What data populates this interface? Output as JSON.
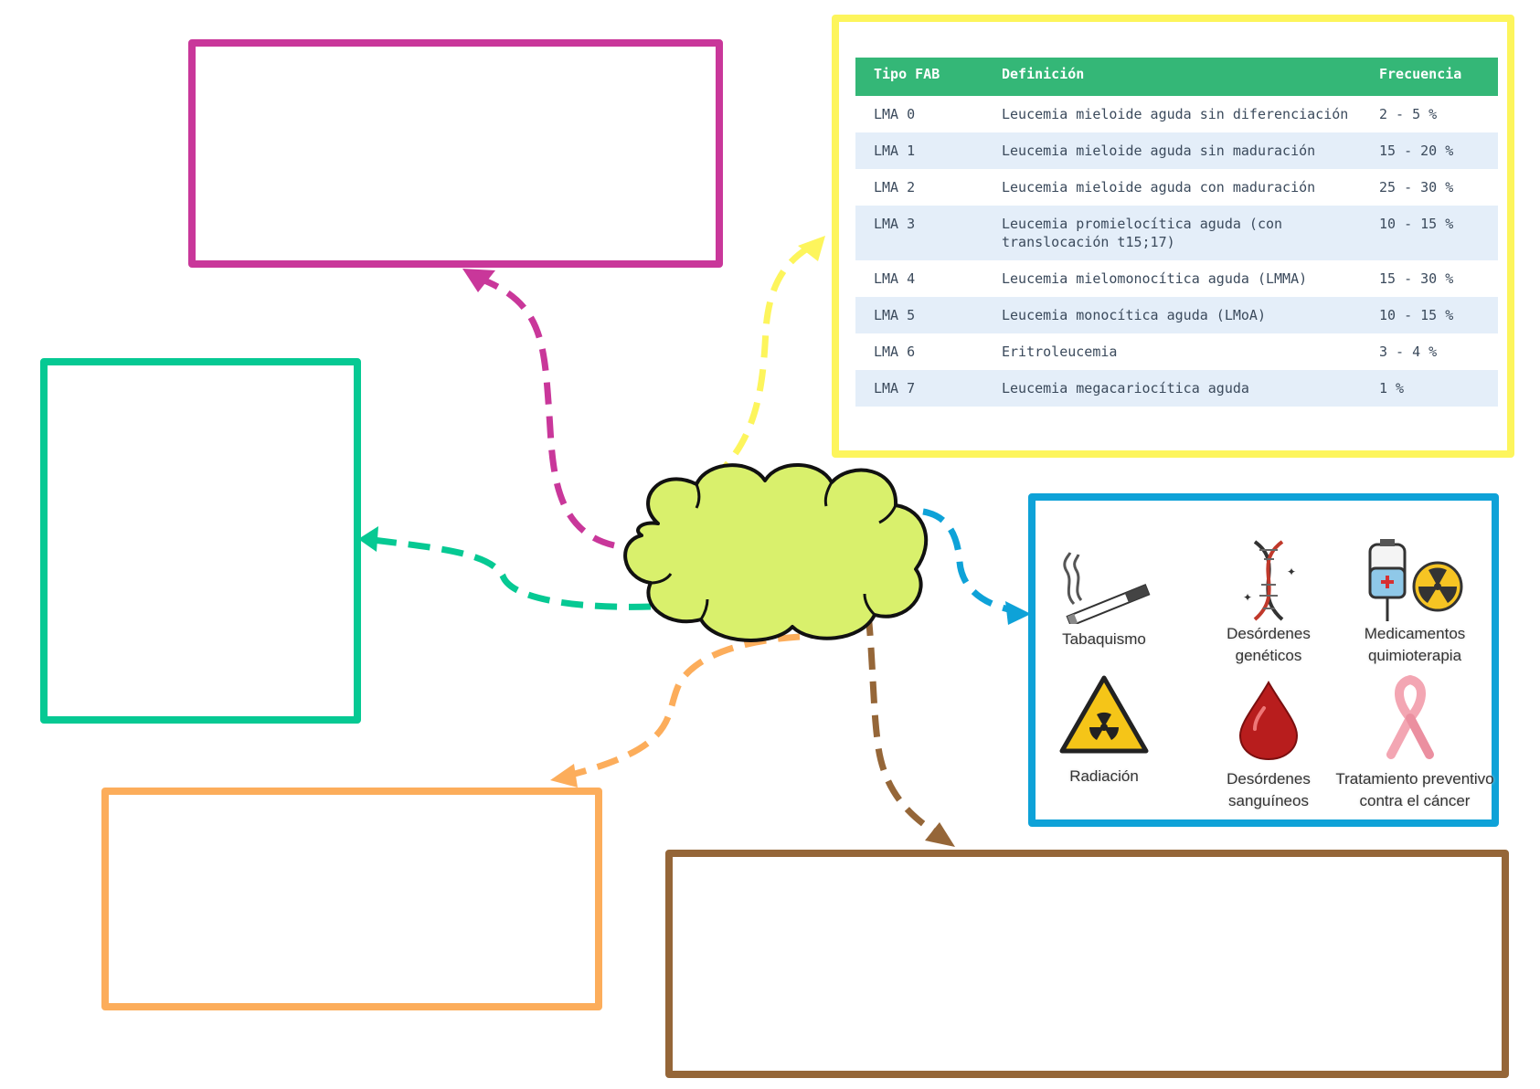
{
  "fab_table": {
    "headers": [
      "Tipo FAB",
      "Definición",
      "Frecuencia"
    ],
    "rows": [
      {
        "type": "LMA 0",
        "definition": "Leucemia mieloide aguda sin diferenciación",
        "frequency": "2 - 5 %"
      },
      {
        "type": "LMA 1",
        "definition": "Leucemia mieloide aguda sin maduración",
        "frequency": "15 - 20 %"
      },
      {
        "type": "LMA 2",
        "definition": "Leucemia mieloide aguda con maduración",
        "frequency": "25 - 30 %"
      },
      {
        "type": "LMA 3",
        "definition": "Leucemia promielocítica aguda (con translocación t15;17)",
        "frequency": "10 - 15 %"
      },
      {
        "type": "LMA 4",
        "definition": "Leucemia mielomonocítica aguda (LMMA)",
        "frequency": "15 - 30 %"
      },
      {
        "type": "LMA 5",
        "definition": "Leucemia monocítica aguda (LMoA)",
        "frequency": "10 - 15 %"
      },
      {
        "type": "LMA 6",
        "definition": "Eritroleucemia",
        "frequency": "3 - 4 %"
      },
      {
        "type": "LMA 7",
        "definition": "Leucemia megacariocítica aguda",
        "frequency": "1 %"
      }
    ]
  },
  "risk_factors": [
    {
      "label1": "Tabaquismo",
      "label2": "",
      "icon": "cigarette-icon"
    },
    {
      "label1": "Desórdenes",
      "label2": "genéticos",
      "icon": "dna-icon"
    },
    {
      "label1": "Medicamentos",
      "label2": "quimioterapia",
      "icon": "iv-bag-radiation-icon"
    },
    {
      "label1": "Radiación",
      "label2": "",
      "icon": "radiation-warning-icon"
    },
    {
      "label1": "Desórdenes",
      "label2": "sanguíneos",
      "icon": "blood-drop-icon"
    },
    {
      "label1": "Tratamiento preventivo",
      "label2": "contra el cáncer",
      "icon": "awareness-ribbon-icon"
    }
  ],
  "colors": {
    "magenta": "#c9379a",
    "yellow": "#fdf55c",
    "green": "#06c993",
    "orange": "#fcad5b",
    "brown": "#956638",
    "blue": "#0ea2d8",
    "cloud": "#d9f06c",
    "table_header": "#34b777",
    "table_alt_row": "#e4eef9"
  }
}
